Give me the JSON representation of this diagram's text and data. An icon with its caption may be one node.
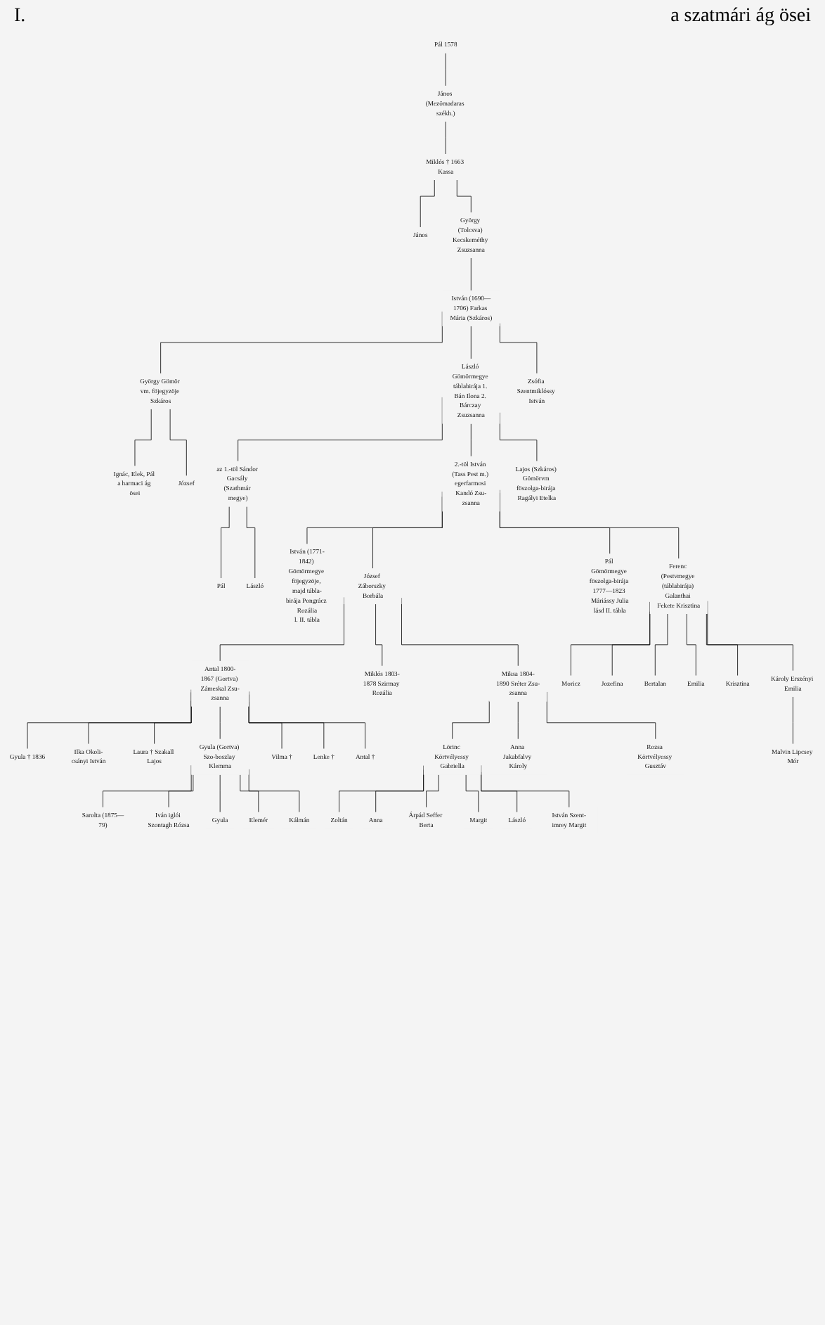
{
  "diagram": {
    "nodes": [
      {
        "text": [
          "Pál 1578"
        ]
      },
      {
        "text": [
          "János (Mezömadaras székh.)"
        ]
      },
      {
        "text": [
          "Miklós † 1663 Kassa"
        ]
      },
      {
        "text": [
          "János"
        ]
      },
      {
        "text": [
          "György (Tolcsva) Kecskeméthy Zsuzsanna"
        ]
      },
      {
        "text": [
          "István (1690—1706) Farkas Mária (Szkáros)"
        ]
      },
      {
        "text": [
          "György Gömör vm. föjegyzöje Szkáros"
        ]
      },
      {
        "text": [
          "László Gömörmegye táblabirája 1. Bán Ilona 2. Bárczay Zsuzsanna"
        ]
      },
      {
        "text": [
          "Zsófia Szentmiklóssy István"
        ]
      },
      {
        "text": [
          "Ignác, Elek, Pál a harmaci ág ösei"
        ]
      },
      {
        "text": [
          "József"
        ]
      },
      {
        "text": [
          "az 1.-töl Sándor Gacsály (Szathmár megye)"
        ]
      },
      {
        "text": [
          "2.-töl István (Tass Pest m.) egerfarmosi Kandó Zsu-zsanna"
        ]
      },
      {
        "text": [
          "Lajos (Szkáros) Gömörvm föszolga-birája Ragályi Etelka"
        ]
      },
      {
        "text": [
          "Pál"
        ]
      },
      {
        "text": [
          "László"
        ]
      },
      {
        "text": [
          "István (1771-1842) Gömörmegye föjegyzöje, majd tábla-birája Pongrácz Rozália",
          "l. II. tábla"
        ]
      },
      {
        "text": [
          "József Záborszky Borbála"
        ]
      },
      {
        "text": [
          "Pál Gömörmegye föszolga-birája 1777—1823 Máriássy Julia",
          "lásd II. tábla"
        ]
      },
      {
        "text": [
          "Ferenc (Pestvmegye (táblabirája) Galanthai Fekete Krisztina"
        ]
      },
      {
        "text": [
          "Antal 1800-1867 (Gortva) Zámeskal Zsu-zsanna"
        ]
      },
      {
        "text": [
          "Miklós 1803-1878 Szirmay Rozália"
        ]
      },
      {
        "text": [
          "Miksa 1804-1890 Sréter Zsu-zsanna"
        ]
      },
      {
        "text": [
          "Moricz"
        ]
      },
      {
        "text": [
          "Jozefina"
        ]
      },
      {
        "text": [
          "Bertalan"
        ]
      },
      {
        "text": [
          "Emilia"
        ]
      },
      {
        "text": [
          "Krisztina"
        ]
      },
      {
        "text": [
          "Károly Erszényi Emilia"
        ]
      },
      {
        "text": [
          "Malvin Lipcsey Mór"
        ]
      },
      {
        "text": [
          "Lörinc Körtvélyessy Gabriella"
        ]
      },
      {
        "text": [
          "Anna Jakabfalvy Károly"
        ]
      },
      {
        "text": [
          "Rozsa Körtvélyessy Gusztáv"
        ]
      },
      {
        "text": [
          "Zoltán"
        ]
      },
      {
        "text": [
          "Anna"
        ]
      },
      {
        "text": [
          "Árpád Seffer Berta"
        ]
      },
      {
        "text": [
          "Margit"
        ]
      },
      {
        "text": [
          "László"
        ]
      },
      {
        "text": [
          "István Szent-imrey Margit"
        ]
      },
      {
        "text": [
          "Gyula † 1836"
        ]
      },
      {
        "text": [
          "Ilka Okoli-csányi István"
        ]
      },
      {
        "text": [
          "Laura † Szakall Lajos"
        ]
      },
      {
        "text": [
          "Gyula (Gortva) Szo-boszlay Klemma"
        ]
      },
      {
        "text": [
          "Vilma †"
        ]
      },
      {
        "text": [
          "Lenke †"
        ]
      },
      {
        "text": [
          "Antal †"
        ]
      },
      {
        "text": [
          "Sarolta (1875—79)"
        ]
      },
      {
        "text": [
          "Iván iglói Szontagh Rózsa"
        ]
      },
      {
        "text": [
          "Gyula"
        ]
      },
      {
        "text": [
          "Elemér"
        ]
      },
      {
        "text": [
          "Kálmán"
        ]
      }
    ],
    "edges": [
      {
        "from": 0,
        "to": 1,
        "arrow": "none"
      },
      {
        "from": 1,
        "to": 2,
        "arrow": "none"
      },
      {
        "from": 2,
        "to": 3,
        "arrow": "none"
      },
      {
        "from": 2,
        "to": 4,
        "arrow": "none"
      },
      {
        "from": 4,
        "to": 5,
        "arrow": "none"
      },
      {
        "from": 5,
        "to": 6,
        "arrow": "none"
      },
      {
        "from": 5,
        "to": 7,
        "arrow": "none"
      },
      {
        "from": 5,
        "to": 8,
        "arrow": "none"
      },
      {
        "from": 6,
        "to": 9,
        "arrow": "none"
      },
      {
        "from": 6,
        "to": 10,
        "arrow": "none"
      },
      {
        "from": 7,
        "to": 11,
        "arrow": "none"
      },
      {
        "from": 7,
        "to": 12,
        "arrow": "none"
      },
      {
        "from": 7,
        "to": 13,
        "arrow": "none"
      },
      {
        "from": 11,
        "to": 14,
        "arrow": "none"
      },
      {
        "from": 11,
        "to": 15,
        "arrow": "none"
      },
      {
        "from": 12,
        "to": 16,
        "arrow": "none"
      },
      {
        "from": 12,
        "to": 17,
        "arrow": "none"
      },
      {
        "from": 12,
        "to": 18,
        "arrow": "none"
      },
      {
        "from": 12,
        "to": 19,
        "arrow": "none"
      },
      {
        "from": 17,
        "to": 20,
        "arrow": "none"
      },
      {
        "from": 17,
        "to": 21,
        "arrow": "none"
      },
      {
        "from": 17,
        "to": 22,
        "arrow": "none"
      },
      {
        "from": 19,
        "to": 23,
        "arrow": "none"
      },
      {
        "from": 19,
        "to": 24,
        "arrow": "none"
      },
      {
        "from": 19,
        "to": 25,
        "arrow": "none"
      },
      {
        "from": 19,
        "to": 26,
        "arrow": "none"
      },
      {
        "from": 19,
        "to": 27,
        "arrow": "none"
      },
      {
        "from": 19,
        "to": 28,
        "arrow": "none"
      },
      {
        "from": 28,
        "to": 29,
        "arrow": "none"
      },
      {
        "from": 22,
        "to": 30,
        "arrow": "none"
      },
      {
        "from": 22,
        "to": 31,
        "arrow": "none"
      },
      {
        "from": 22,
        "to": 32,
        "arrow": "none"
      },
      {
        "from": 30,
        "to": 33,
        "arrow": "none"
      },
      {
        "from": 30,
        "to": 34,
        "arrow": "none"
      },
      {
        "from": 30,
        "to": 35,
        "arrow": "none"
      },
      {
        "from": 30,
        "to": 36,
        "arrow": "none"
      },
      {
        "from": 30,
        "to": 37,
        "arrow": "none"
      },
      {
        "from": 30,
        "to": 38,
        "arrow": "none"
      },
      {
        "from": 20,
        "to": 39,
        "arrow": "none"
      },
      {
        "from": 20,
        "to": 40,
        "arrow": "none"
      },
      {
        "from": 20,
        "to": 41,
        "arrow": "none"
      },
      {
        "from": 20,
        "to": 42,
        "arrow": "none"
      },
      {
        "from": 20,
        "to": 43,
        "arrow": "none"
      },
      {
        "from": 20,
        "to": 44,
        "arrow": "none"
      },
      {
        "from": 20,
        "to": 45,
        "arrow": "none"
      },
      {
        "from": 42,
        "to": 46,
        "arrow": "none"
      },
      {
        "from": 42,
        "to": 47,
        "arrow": "none"
      },
      {
        "from": 42,
        "to": 48,
        "arrow": "none"
      },
      {
        "from": 42,
        "to": 49,
        "arrow": "none"
      },
      {
        "from": 42,
        "to": 50,
        "arrow": "none"
      }
    ],
    "labels": [
      "I.",
      "a szatmári ág ösei"
    ]
  }
}
